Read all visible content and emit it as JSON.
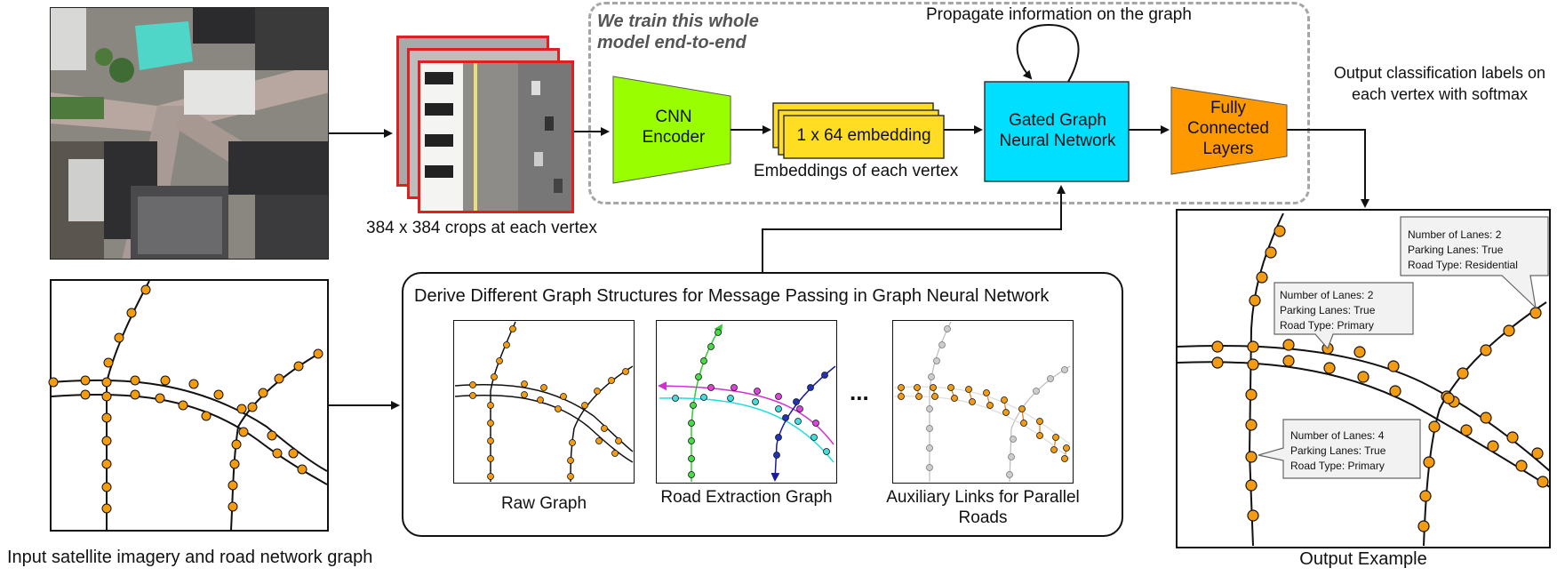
{
  "input_caption": "Input satellite imagery and road network graph",
  "crops_caption": "384 x 384 crops at each vertex",
  "train_note": "We train this whole model end-to-end",
  "propagate_label": "Propagate information on the graph",
  "cnn_encoder": "CNN Encoder",
  "embedding_label": "1 x 64 embedding",
  "embeddings_caption": "Embeddings of each vertex",
  "ggnn_label": "Gated Graph Neural Network",
  "fc_label": "Fully Connected Layers",
  "output_labels_caption": "Output classification labels on each vertex with softmax",
  "derive_title": "Derive Different Graph Structures for Message Passing in Graph Neural Network",
  "raw_graph": "Raw Graph",
  "road_extraction_graph": "Road Extraction Graph",
  "auxiliary_links": "Auxiliary Links for Parallel Roads",
  "ellipsis": "...",
  "output_example": "Output Example",
  "callouts": [
    {
      "lanes": "Number of Lanes: 2",
      "parking": "Parking Lanes: True",
      "type": "Road Type: Residential"
    },
    {
      "lanes": "Number of Lanes: 2",
      "parking": "Parking Lanes: True",
      "type": "Road Type: Primary"
    },
    {
      "lanes": "Number of Lanes: 4",
      "parking": "Parking Lanes: True",
      "type": "Road Type: Primary"
    }
  ],
  "colors": {
    "cnn": "#99ff00",
    "embedding": "#ffdd22",
    "ggnn": "#00dfff",
    "fc": "#ff9900",
    "vertex": "#f39c12",
    "crop_border": "#e02020"
  }
}
